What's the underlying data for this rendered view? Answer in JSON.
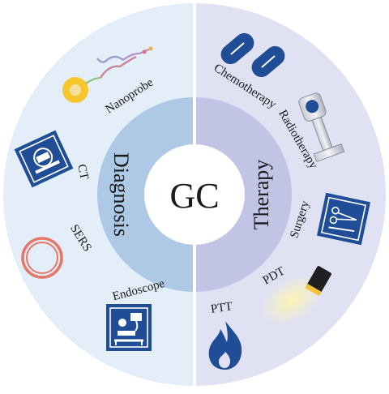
{
  "center": {
    "label": "GC"
  },
  "diagnosis": {
    "title": "Diagnosis",
    "color": "#e4eef8",
    "ring_color": "#adc9e6",
    "items": [
      {
        "label": "Nanoprobe",
        "icon": "nanoprobe-icon"
      },
      {
        "label": "CT",
        "icon": "ct-scanner-icon"
      },
      {
        "label": "SERS",
        "icon": "sers-ring-icon"
      },
      {
        "label": "Endoscope",
        "icon": "endoscope-icon"
      }
    ]
  },
  "therapy": {
    "title": "Therapy",
    "color": "#e0e2f4",
    "ring_color": "#c2c4e6",
    "items": [
      {
        "label": "Chemotherapy",
        "icon": "pill-capsules-icon"
      },
      {
        "label": "Radiotherapy",
        "icon": "radiotherapy-machine-icon"
      },
      {
        "label": "Surgery",
        "icon": "surgical-instruments-icon"
      },
      {
        "label": "PDT",
        "icon": "light-source-icon"
      },
      {
        "label": "PTT",
        "icon": "flame-icon"
      }
    ]
  },
  "colors": {
    "icon_navy": "#1f4e96",
    "divider": "#ffffff"
  }
}
